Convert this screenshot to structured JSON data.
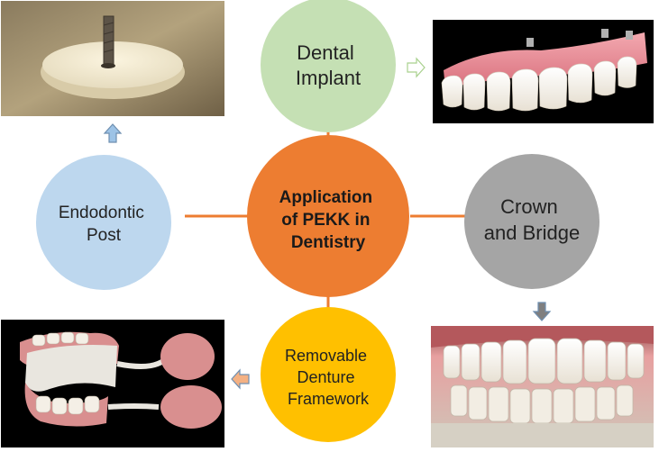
{
  "center": {
    "lines": [
      "Application",
      "of PEKK in",
      "Dentistry"
    ],
    "color": "#ED7D31"
  },
  "nodes": {
    "dental_implant": {
      "lines": [
        "Dental",
        "Implant"
      ],
      "color": "#C5E0B4"
    },
    "crown_bridge": {
      "lines": [
        "Crown",
        "and Bridge"
      ],
      "color": "#A5A5A5"
    },
    "removable_denture": {
      "lines": [
        "Removable",
        "Denture",
        "Framework"
      ],
      "color": "#FFC000"
    },
    "endodontic_post": {
      "lines": [
        "Endodontic",
        "Post"
      ],
      "color": "#BDD7EE"
    }
  },
  "connector_color": "#ED7D31",
  "arrow_colors": {
    "to_implant_photo": "#A9D18E",
    "to_crown_photo": "#7F7F7F",
    "to_denture_photo": "#F4B183",
    "to_post_photo": "#9DC3E6"
  },
  "photos": {
    "endodontic_post_photo": "endodontic-post-disc-photo",
    "dental_implant_photo": "implant-bridge-photo",
    "crown_bridge_photo": "crown-bridge-photo",
    "denture_framework_photo": "denture-framework-photo"
  }
}
